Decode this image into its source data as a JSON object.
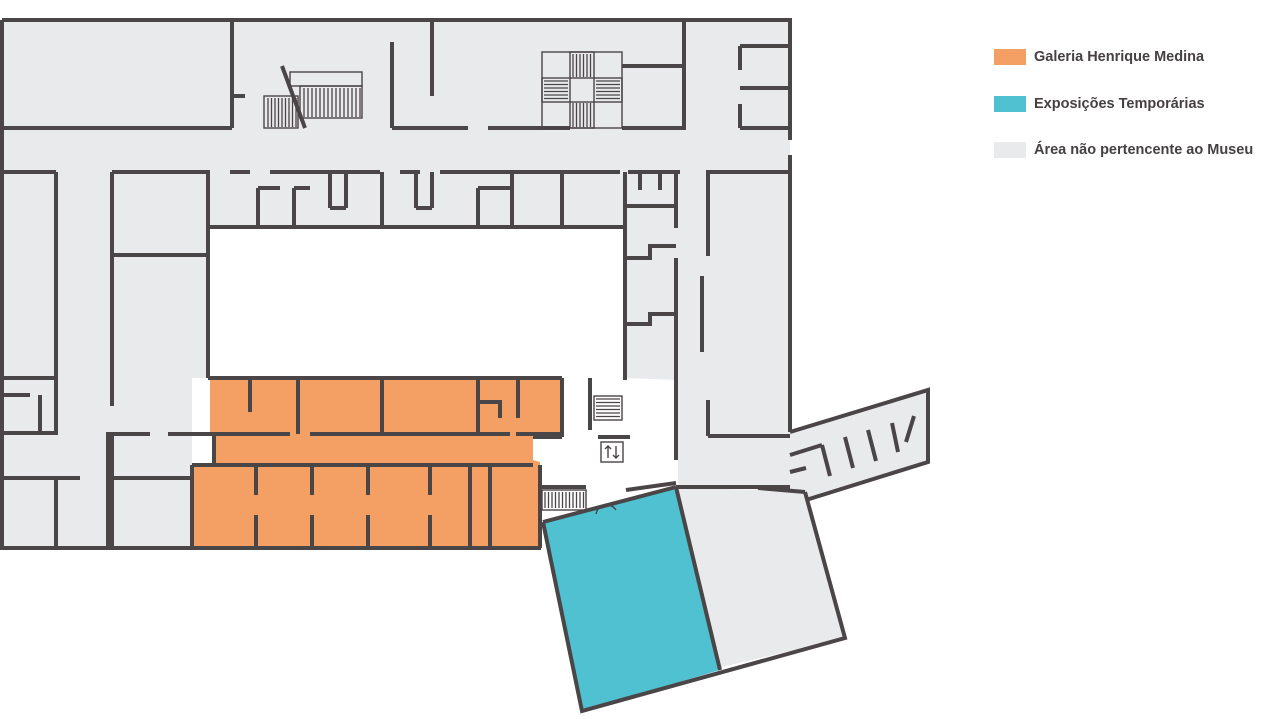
{
  "legend": [
    {
      "label": "Galeria Henrique Medina",
      "color": "#f4a064"
    },
    {
      "label": "Exposições Temporárias",
      "color": "#4fc1d0"
    },
    {
      "label": "Área não pertencente ao Museu",
      "color": "#e9eaec"
    }
  ],
  "colors": {
    "wall": "#4a4546",
    "floor": "#e9eaec",
    "gallery": "#f4a064",
    "temporary": "#4fc1d0",
    "courtyard": "#ffffff"
  },
  "map": {
    "icons": [
      "elevator-icon",
      "staircase-icon",
      "door-icon"
    ]
  }
}
